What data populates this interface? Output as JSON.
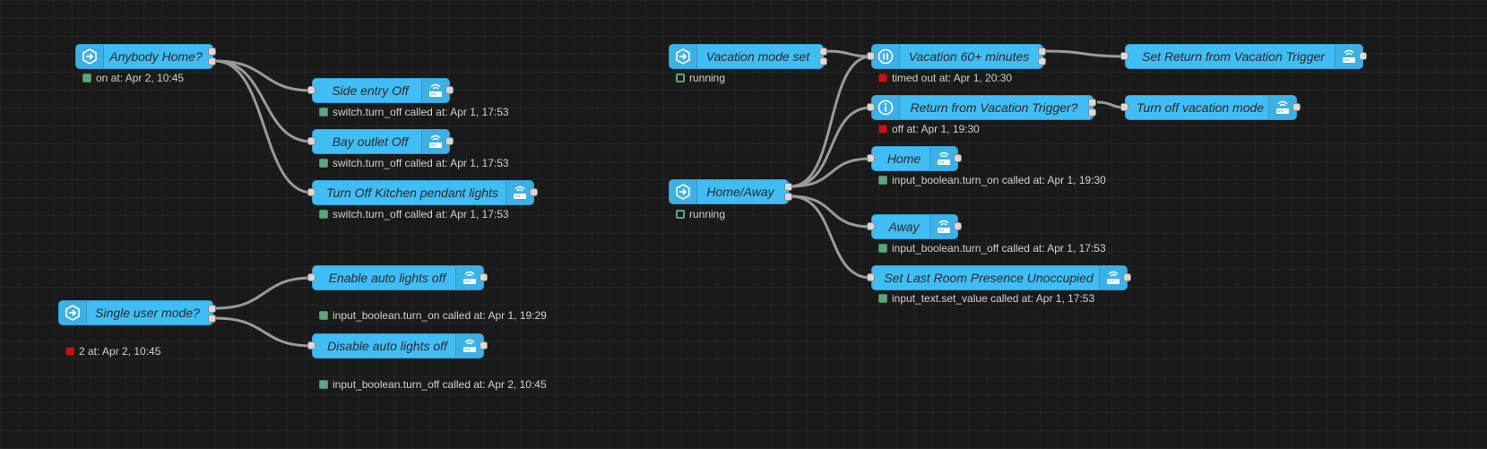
{
  "nodes": {
    "anybody_home": {
      "label": "Anybody Home?",
      "icon": "event-state-icon",
      "status": "on at: Apr 2, 10:45",
      "status_color": "#5fa57c"
    },
    "side_entry_off": {
      "label": "Side entry Off",
      "icon": "service-call-icon",
      "status": "switch.turn_off called at: Apr 1, 17:53",
      "status_color": "#5fa57c"
    },
    "bay_outlet_off": {
      "label": "Bay outlet Off",
      "icon": "service-call-icon",
      "status": "switch.turn_off called at: Apr 1, 17:53",
      "status_color": "#5fa57c"
    },
    "kitchen_pendant_off": {
      "label": "Turn Off Kitchen pendant lights",
      "icon": "service-call-icon",
      "status": "switch.turn_off called at: Apr 1, 17:53",
      "status_color": "#5fa57c"
    },
    "single_user_mode": {
      "label": "Single user mode?",
      "icon": "event-state-icon",
      "status": "2 at: Apr 2, 10:45",
      "status_color": "#c21414"
    },
    "enable_auto_lights": {
      "label": "Enable auto lights off",
      "icon": "service-call-icon",
      "status": "input_boolean.turn_on called at: Apr 1, 19:29",
      "status_color": "#5fa57c"
    },
    "disable_auto_lights": {
      "label": "Disable auto lights off",
      "icon": "service-call-icon",
      "status": "input_boolean.turn_off called at: Apr 2, 10:45",
      "status_color": "#5fa57c"
    },
    "vacation_mode_set": {
      "label": "Vacation mode set",
      "icon": "event-state-icon",
      "status": "running",
      "status_color": "#5fa57c"
    },
    "vacation_60": {
      "label": "Vacation 60+ minutes",
      "icon": "pause-icon",
      "status": "timed out at: Apr 1, 20:30",
      "status_color": "#c21414"
    },
    "set_return_trigger": {
      "label": "Set Return from Vacation Trigger",
      "icon": "service-call-icon"
    },
    "return_trigger": {
      "label": "Return from Vacation Trigger?",
      "icon": "info-icon",
      "status": "off at: Apr 1, 19:30",
      "status_color": "#c21414"
    },
    "turn_off_vacation": {
      "label": "Turn off vacation mode",
      "icon": "service-call-icon"
    },
    "home_away": {
      "label": "Home/Away",
      "icon": "event-state-icon",
      "status": "running",
      "status_color": "#5fa57c"
    },
    "home": {
      "label": "Home",
      "icon": "service-call-icon",
      "status": "input_boolean.turn_on called at: Apr 1, 19:30",
      "status_color": "#5fa57c"
    },
    "away": {
      "label": "Away",
      "icon": "service-call-icon",
      "status": "input_boolean.turn_off called at: Apr 1, 17:53",
      "status_color": "#5fa57c"
    },
    "set_last_room": {
      "label": "Set Last Room Presence Unoccupied",
      "icon": "service-call-icon",
      "status": "input_text.set_value called at: Apr 1, 17:53",
      "status_color": "#5fa57c"
    }
  },
  "colors": {
    "node": "#41bdf5",
    "wire": "#9a9a9a",
    "ok": "#5fa57c",
    "error": "#c21414",
    "background": "#1a1a1a"
  }
}
